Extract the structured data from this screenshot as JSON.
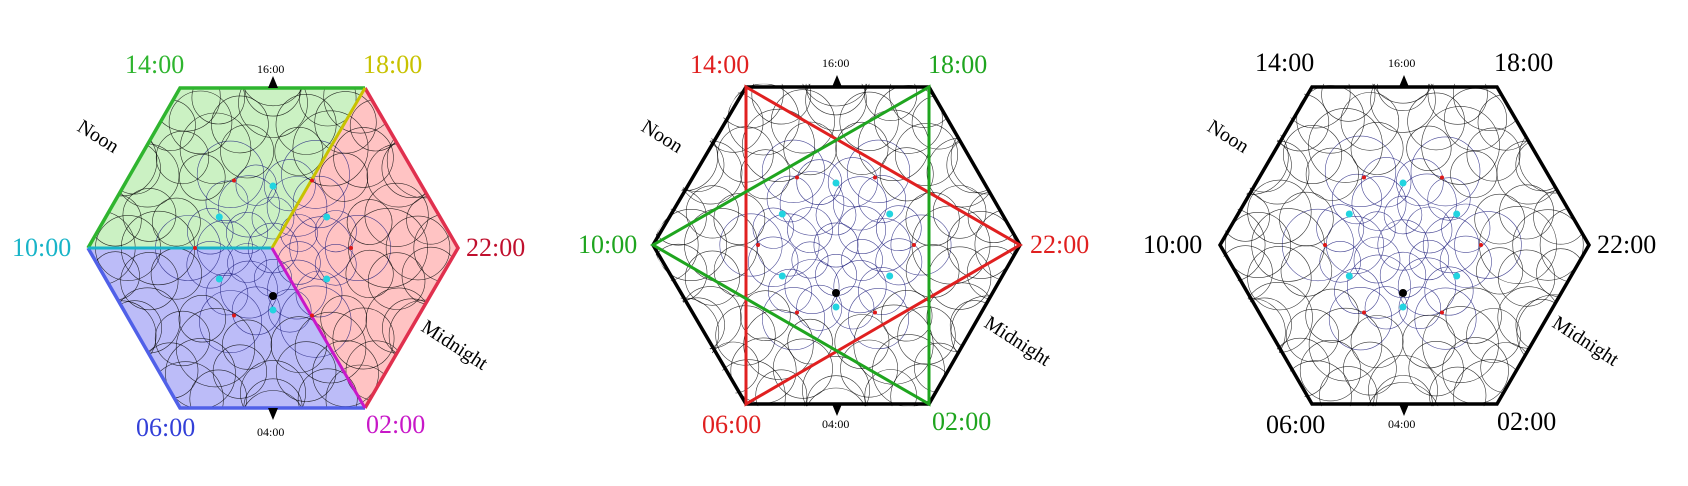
{
  "panels": [
    {
      "id": "colored-sectors",
      "labels": {
        "t1400": "14:00",
        "t1600": "16:00",
        "t1800": "18:00",
        "t1000": "10:00",
        "t2200": "22:00",
        "t0600": "06:00",
        "t0400": "04:00",
        "t0200": "02:00",
        "noon": "Noon",
        "midnight": "Midnight"
      },
      "label_colors": {
        "t1400": "#2fb52f",
        "t1600": "#000000",
        "t1800": "#c8c200",
        "t1000": "#18b4c8",
        "t2200": "#c0102e",
        "t0600": "#3340d8",
        "t0400": "#000000",
        "t0200": "#c818c8",
        "noon": "#000000",
        "midnight": "#000000"
      },
      "sector_fills": {
        "top_left": "#c8f0c0",
        "right": "#ffc0c0",
        "bottom_left": "#b8b8f8"
      },
      "sector_edges": {
        "top_left": "#2fb52f",
        "right": "#e0304e",
        "bottom_left": "#5060e8"
      }
    },
    {
      "id": "star-of-david",
      "labels": {
        "t1400": "14:00",
        "t1600": "16:00",
        "t1800": "18:00",
        "t1000": "10:00",
        "t2200": "22:00",
        "t0600": "06:00",
        "t0400": "04:00",
        "t0200": "02:00",
        "noon": "Noon",
        "midnight": "Midnight"
      },
      "label_colors": {
        "t1400": "#e02020",
        "t1600": "#000000",
        "t1800": "#1fa51f",
        "t1000": "#1fa51f",
        "t2200": "#e02020",
        "t0600": "#e02020",
        "t0400": "#000000",
        "t0200": "#1fa51f",
        "noon": "#000000",
        "midnight": "#000000"
      },
      "triangle_colors": {
        "red": "#e02020",
        "green": "#1fa51f"
      }
    },
    {
      "id": "plain-hexagon",
      "labels": {
        "t1400": "14:00",
        "t1600": "16:00",
        "t1800": "18:00",
        "t1000": "10:00",
        "t2200": "22:00",
        "t0600": "06:00",
        "t0400": "04:00",
        "t0200": "02:00",
        "noon": "Noon",
        "midnight": "Midnight"
      },
      "label_colors": {
        "t1400": "#000000",
        "t1600": "#000000",
        "t1800": "#000000",
        "t1000": "#000000",
        "t2200": "#000000",
        "t0600": "#000000",
        "t0400": "#000000",
        "t0200": "#000000",
        "noon": "#000000",
        "midnight": "#000000"
      }
    }
  ],
  "colors": {
    "hexagon_outline": "#000000",
    "circle_stroke_outer": "#000000",
    "circle_stroke_inner": "#1a1a7a",
    "dot_cyan": "#22d4e0",
    "dot_red": "#e01818",
    "dot_black": "#000000"
  }
}
